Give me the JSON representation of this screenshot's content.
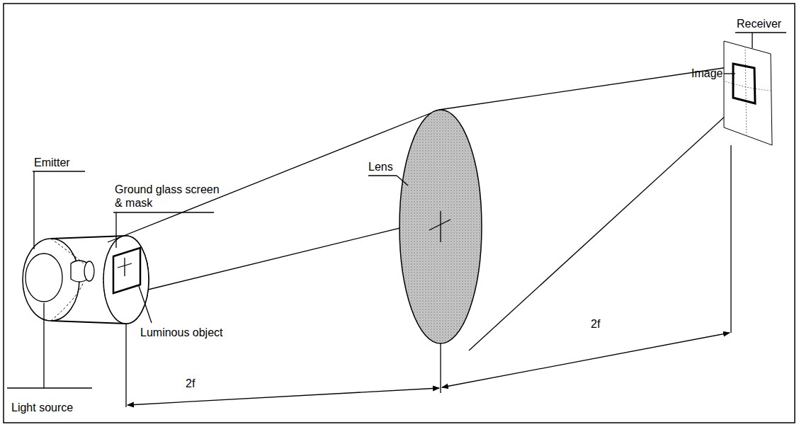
{
  "diagram": {
    "labels": [
      "Emitter",
      "Ground glass screen & mask",
      "Luminous object",
      "Light source",
      "Lens",
      "Receiver",
      "Image",
      "2f",
      "2f"
    ]
  }
}
